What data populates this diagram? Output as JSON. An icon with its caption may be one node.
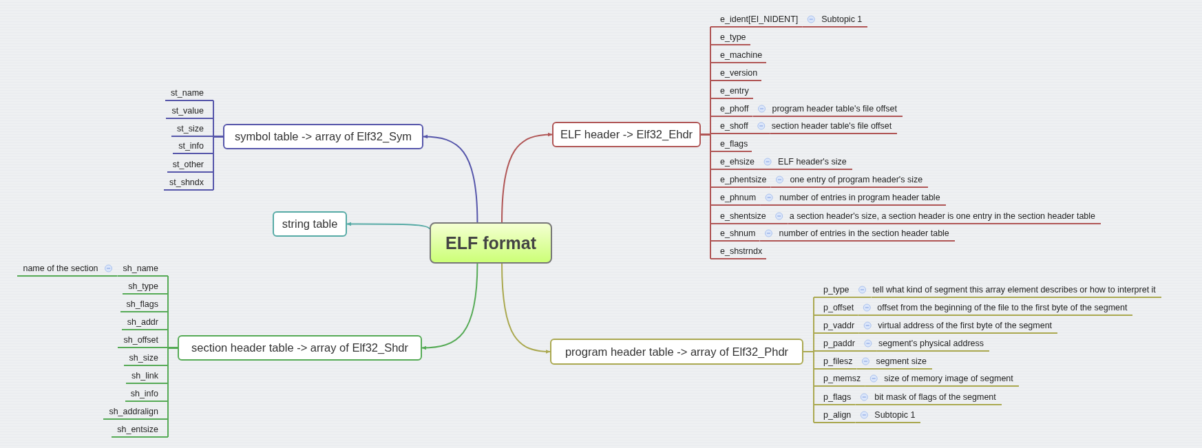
{
  "diagram": {
    "nodes": [
      {
        "text": [
          "ELF format"
        ]
      },
      {
        "text": [
          "ELF header -> Elf32_Ehdr"
        ]
      },
      {
        "text": [
          "e_ident[EI_NIDENT]"
        ]
      },
      {
        "text": [
          "Subtopic 1"
        ]
      },
      {
        "text": [
          "e_type"
        ]
      },
      {
        "text": [
          "e_machine"
        ]
      },
      {
        "text": [
          "e_version"
        ]
      },
      {
        "text": [
          "e_entry"
        ]
      },
      {
        "text": [
          "e_phoff"
        ]
      },
      {
        "text": [
          "program header table's file offset"
        ]
      },
      {
        "text": [
          "e_shoff"
        ]
      },
      {
        "text": [
          "section header table's file offset"
        ]
      },
      {
        "text": [
          "e_flags"
        ]
      },
      {
        "text": [
          "e_ehsize"
        ]
      },
      {
        "text": [
          "ELF header's size"
        ]
      },
      {
        "text": [
          "e_phentsize"
        ]
      },
      {
        "text": [
          "one entry of program header's size"
        ]
      },
      {
        "text": [
          "e_phnum"
        ]
      },
      {
        "text": [
          "number of entries in program header table"
        ]
      },
      {
        "text": [
          "e_shentsize"
        ]
      },
      {
        "text": [
          "a section header's size, a section header is one entry in the section header table"
        ]
      },
      {
        "text": [
          "e_shnum"
        ]
      },
      {
        "text": [
          "number of entries in the section header table"
        ]
      },
      {
        "text": [
          "e_shstrndx"
        ]
      },
      {
        "text": [
          "symbol table -> array of Elf32_Sym"
        ]
      },
      {
        "text": [
          "st_name"
        ]
      },
      {
        "text": [
          "st_value"
        ]
      },
      {
        "text": [
          "st_size"
        ]
      },
      {
        "text": [
          "st_info"
        ]
      },
      {
        "text": [
          "st_other"
        ]
      },
      {
        "text": [
          "st_shndx"
        ]
      },
      {
        "text": [
          "string table"
        ]
      },
      {
        "text": [
          "section header table -> array of Elf32_Shdr"
        ]
      },
      {
        "text": [
          "sh_name"
        ]
      },
      {
        "text": [
          "name of the section"
        ]
      },
      {
        "text": [
          "sh_type"
        ]
      },
      {
        "text": [
          "sh_flags"
        ]
      },
      {
        "text": [
          "sh_addr"
        ]
      },
      {
        "text": [
          "sh_offset"
        ]
      },
      {
        "text": [
          "sh_size"
        ]
      },
      {
        "text": [
          "sh_link"
        ]
      },
      {
        "text": [
          "sh_info"
        ]
      },
      {
        "text": [
          "sh_addralign"
        ]
      },
      {
        "text": [
          "sh_entsize"
        ]
      },
      {
        "text": [
          "program header table -> array of Elf32_Phdr"
        ]
      },
      {
        "text": [
          "p_type"
        ]
      },
      {
        "text": [
          "tell what kind of segment this array element describes or how to interpret it"
        ]
      },
      {
        "text": [
          "p_offset"
        ]
      },
      {
        "text": [
          "offset from the beginning of the file to the first byte of the segment"
        ]
      },
      {
        "text": [
          "p_vaddr"
        ]
      },
      {
        "text": [
          "virtual address of the first byte of the segment"
        ]
      },
      {
        "text": [
          "p_paddr"
        ]
      },
      {
        "text": [
          "segment's physical address"
        ]
      },
      {
        "text": [
          "p_filesz"
        ]
      },
      {
        "text": [
          "segment size"
        ]
      },
      {
        "text": [
          "p_memsz"
        ]
      },
      {
        "text": [
          "size of memory image of segment"
        ]
      },
      {
        "text": [
          "p_flags"
        ]
      },
      {
        "text": [
          "bit mask of flags of the segment"
        ]
      },
      {
        "text": [
          "p_align"
        ]
      },
      {
        "text": [
          "Subtopic 1"
        ]
      }
    ],
    "edges": [
      {
        "from": 0,
        "to": 1,
        "arrow": "to",
        "color": "#b05555"
      },
      {
        "from": 1,
        "to": 2,
        "arrow": "none",
        "color": "#b05555"
      },
      {
        "from": 2,
        "to": 3,
        "arrow": "none",
        "color": "#b05555"
      },
      {
        "from": 1,
        "to": 4,
        "arrow": "none",
        "color": "#b05555"
      },
      {
        "from": 1,
        "to": 5,
        "arrow": "none",
        "color": "#b05555"
      },
      {
        "from": 1,
        "to": 6,
        "arrow": "none",
        "color": "#b05555"
      },
      {
        "from": 1,
        "to": 7,
        "arrow": "none",
        "color": "#b05555"
      },
      {
        "from": 1,
        "to": 8,
        "arrow": "none",
        "color": "#b05555"
      },
      {
        "from": 8,
        "to": 9,
        "arrow": "none",
        "color": "#b05555"
      },
      {
        "from": 1,
        "to": 10,
        "arrow": "none",
        "color": "#b05555"
      },
      {
        "from": 10,
        "to": 11,
        "arrow": "none",
        "color": "#b05555"
      },
      {
        "from": 1,
        "to": 12,
        "arrow": "none",
        "color": "#b05555"
      },
      {
        "from": 1,
        "to": 13,
        "arrow": "none",
        "color": "#b05555"
      },
      {
        "from": 13,
        "to": 14,
        "arrow": "none",
        "color": "#b05555"
      },
      {
        "from": 1,
        "to": 15,
        "arrow": "none",
        "color": "#b05555"
      },
      {
        "from": 15,
        "to": 16,
        "arrow": "none",
        "color": "#b05555"
      },
      {
        "from": 1,
        "to": 17,
        "arrow": "none",
        "color": "#b05555"
      },
      {
        "from": 17,
        "to": 18,
        "arrow": "none",
        "color": "#b05555"
      },
      {
        "from": 1,
        "to": 19,
        "arrow": "none",
        "color": "#b05555"
      },
      {
        "from": 19,
        "to": 20,
        "arrow": "none",
        "color": "#b05555"
      },
      {
        "from": 1,
        "to": 21,
        "arrow": "none",
        "color": "#b05555"
      },
      {
        "from": 21,
        "to": 22,
        "arrow": "none",
        "color": "#b05555"
      },
      {
        "from": 1,
        "to": 23,
        "arrow": "none",
        "color": "#b05555"
      },
      {
        "from": 0,
        "to": 24,
        "arrow": "to",
        "color": "#5555aa"
      },
      {
        "from": 24,
        "to": 25,
        "arrow": "none",
        "color": "#5555aa"
      },
      {
        "from": 24,
        "to": 26,
        "arrow": "none",
        "color": "#5555aa"
      },
      {
        "from": 24,
        "to": 27,
        "arrow": "none",
        "color": "#5555aa"
      },
      {
        "from": 24,
        "to": 28,
        "arrow": "none",
        "color": "#5555aa"
      },
      {
        "from": 24,
        "to": 29,
        "arrow": "none",
        "color": "#5555aa"
      },
      {
        "from": 24,
        "to": 30,
        "arrow": "none",
        "color": "#5555aa"
      },
      {
        "from": 0,
        "to": 31,
        "arrow": "to",
        "color": "#55aaa5"
      },
      {
        "from": 0,
        "to": 32,
        "arrow": "to",
        "color": "#55aa55"
      },
      {
        "from": 32,
        "to": 33,
        "arrow": "none",
        "color": "#55aa55"
      },
      {
        "from": 33,
        "to": 34,
        "arrow": "none",
        "color": "#55aa55"
      },
      {
        "from": 32,
        "to": 35,
        "arrow": "none",
        "color": "#55aa55"
      },
      {
        "from": 32,
        "to": 36,
        "arrow": "none",
        "color": "#55aa55"
      },
      {
        "from": 32,
        "to": 37,
        "arrow": "none",
        "color": "#55aa55"
      },
      {
        "from": 32,
        "to": 38,
        "arrow": "none",
        "color": "#55aa55"
      },
      {
        "from": 32,
        "to": 39,
        "arrow": "none",
        "color": "#55aa55"
      },
      {
        "from": 32,
        "to": 40,
        "arrow": "none",
        "color": "#55aa55"
      },
      {
        "from": 32,
        "to": 41,
        "arrow": "none",
        "color": "#55aa55"
      },
      {
        "from": 32,
        "to": 42,
        "arrow": "none",
        "color": "#55aa55"
      },
      {
        "from": 32,
        "to": 43,
        "arrow": "none",
        "color": "#55aa55"
      },
      {
        "from": 0,
        "to": 44,
        "arrow": "to",
        "color": "#aaa84f"
      },
      {
        "from": 44,
        "to": 45,
        "arrow": "none",
        "color": "#aaa84f"
      },
      {
        "from": 45,
        "to": 46,
        "arrow": "none",
        "color": "#aaa84f"
      },
      {
        "from": 44,
        "to": 47,
        "arrow": "none",
        "color": "#aaa84f"
      },
      {
        "from": 47,
        "to": 48,
        "arrow": "none",
        "color": "#aaa84f"
      },
      {
        "from": 44,
        "to": 49,
        "arrow": "none",
        "color": "#aaa84f"
      },
      {
        "from": 49,
        "to": 50,
        "arrow": "none",
        "color": "#aaa84f"
      },
      {
        "from": 44,
        "to": 51,
        "arrow": "none",
        "color": "#aaa84f"
      },
      {
        "from": 51,
        "to": 52,
        "arrow": "none",
        "color": "#aaa84f"
      },
      {
        "from": 44,
        "to": 53,
        "arrow": "none",
        "color": "#aaa84f"
      },
      {
        "from": 53,
        "to": 54,
        "arrow": "none",
        "color": "#aaa84f"
      },
      {
        "from": 44,
        "to": 55,
        "arrow": "none",
        "color": "#aaa84f"
      },
      {
        "from": 55,
        "to": 56,
        "arrow": "none",
        "color": "#aaa84f"
      },
      {
        "from": 44,
        "to": 57,
        "arrow": "none",
        "color": "#aaa84f"
      },
      {
        "from": 57,
        "to": 58,
        "arrow": "none",
        "color": "#aaa84f"
      },
      {
        "from": 44,
        "to": 59,
        "arrow": "none",
        "color": "#aaa84f"
      },
      {
        "from": 59,
        "to": 60,
        "arrow": "none",
        "color": "#aaa84f"
      }
    ]
  }
}
